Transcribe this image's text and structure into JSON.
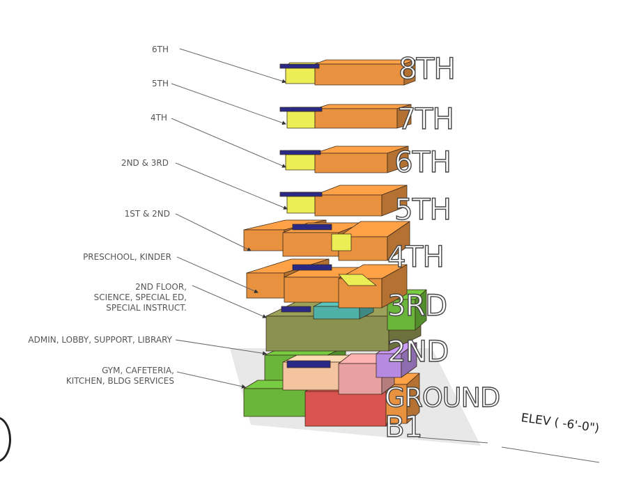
{
  "colors": {
    "orange": "#e8913f",
    "yellow": "#eded55",
    "navy": "#2a2a86",
    "olive": "#8b9150",
    "teal": "#4fb0a8",
    "green": "#6ab63a",
    "peach": "#f4c4a0",
    "pink": "#e8a0a0",
    "lavender": "#b58ae0",
    "red": "#d9534f",
    "label_stroke": "#444444",
    "leader": "#666666"
  },
  "callouts": [
    {
      "id": "6th",
      "lines": [
        "6TH"
      ]
    },
    {
      "id": "5th",
      "lines": [
        "5TH"
      ]
    },
    {
      "id": "4th",
      "lines": [
        "4TH"
      ]
    },
    {
      "id": "2nd-3rd",
      "lines": [
        "2ND & 3RD"
      ]
    },
    {
      "id": "1st-2nd",
      "lines": [
        "1ST & 2ND"
      ]
    },
    {
      "id": "preschool",
      "lines": [
        "PRESCHOOL, KINDER"
      ]
    },
    {
      "id": "2nd-floor",
      "lines": [
        "2ND FLOOR,",
        "SCIENCE, SPECIAL ED,",
        "SPECIAL INSTRUCT."
      ]
    },
    {
      "id": "admin",
      "lines": [
        "ADMIN, LOBBY, SUPPORT, LIBRARY"
      ]
    },
    {
      "id": "gym",
      "lines": [
        "GYM, CAFETERIA,",
        "KITCHEN, BLDG SERVICES"
      ]
    }
  ],
  "floor_labels": [
    "8TH",
    "7TH",
    "6TH",
    "5TH",
    "4TH",
    "3RD",
    "2ND",
    "GROUND",
    "B1"
  ],
  "elevation_note": "ELEV ( -6'-0\")"
}
